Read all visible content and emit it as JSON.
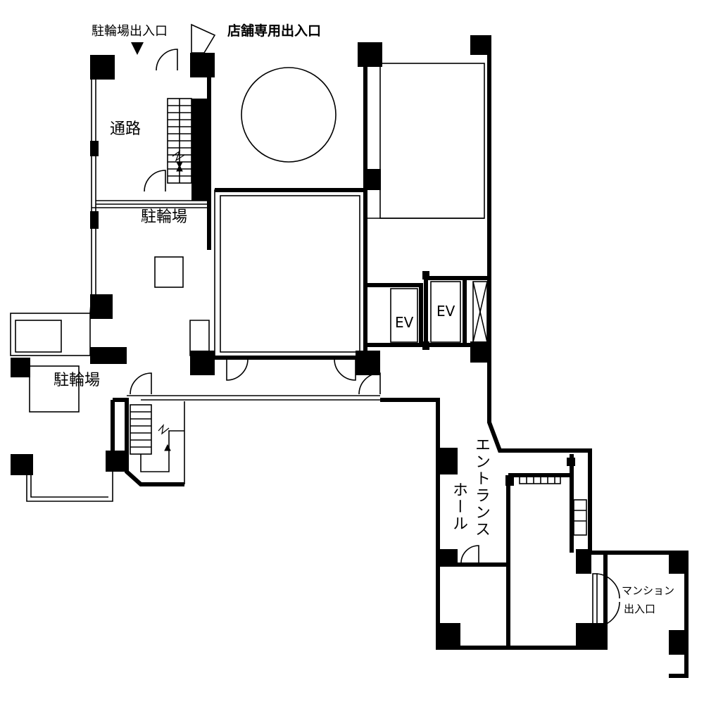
{
  "labels": {
    "bicycle_entrance": "駐輪場出入口",
    "store_entrance": "店舗専用出入口",
    "passage": "通路",
    "bicycle_parking_1": "駐輪場",
    "bicycle_parking_2": "駐輪場",
    "ev_1": "EV",
    "ev_2": "EV",
    "entrance_hall_line1": "エントランス",
    "entrance_hall_line2": "ホール",
    "mansion_entrance_line1": "マンション",
    "mansion_entrance_line2": "出入口"
  },
  "colors": {
    "wall": "#000000",
    "background": "#ffffff",
    "thin_line": "#000000"
  },
  "icons": {
    "entrance_arrow": "down-triangle-icon",
    "stair_up": "up-arrow-icon",
    "stair_down": "down-arrow-icon"
  }
}
